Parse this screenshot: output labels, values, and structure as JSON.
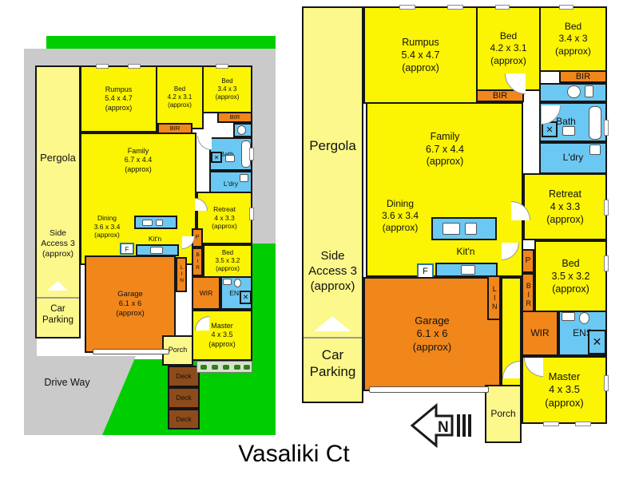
{
  "title": "Vasaliki Ct",
  "north_label": "N",
  "icons": {
    "shower_cross": "✕"
  },
  "colors": {
    "room_yellow": "#FBF402",
    "pale_yellow": "#FCF88B",
    "feature_orange": "#F1861B",
    "wet_area_blue": "#6BC8F2",
    "lawn_green": "#00CE00",
    "paving_gray": "#CACACA",
    "deck_brown": "#8C4B1B",
    "wall_black": "#151515"
  },
  "rooms": {
    "rumpus": "Rumpus\n5.4 x 4.7\n(approx)",
    "bed_42": "Bed\n4.2 x 3.1\n(approx)",
    "bed_34": "Bed\n3.4 x 3\n(approx)",
    "family": "Family\n6.7 x 4.4\n(approx)",
    "dining": "Dining\n3.6 x 3.4\n(approx)",
    "retreat": "Retreat\n4 x 3.3\n(approx)",
    "bed_35": "Bed\n3.5 x 3.2\n(approx)",
    "master": "Master\n4 x 3.5\n(approx)",
    "garage": "Garage\n6.1 x 6\n(approx)",
    "kitchen": "Kit'n",
    "bath": "Bath",
    "laundry": "L'dry",
    "bir": "BIR",
    "p": "P",
    "lin": "LIN",
    "wir": "WIR",
    "ens": "ENS",
    "fridge": "F",
    "porch": "Porch",
    "pergola": "Pergola",
    "side_access": "Side Access 3 (approx)",
    "car_parking": "Car Parking"
  },
  "site": {
    "drive_way": "Drive Way",
    "deck": "Deck"
  }
}
